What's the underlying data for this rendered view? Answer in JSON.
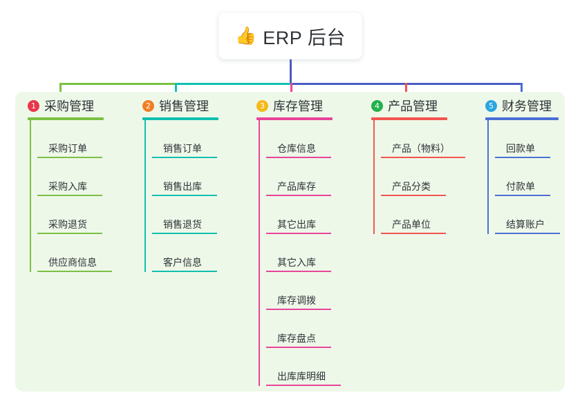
{
  "root": {
    "icon": "thumbs-up-icon",
    "emoji": "👍",
    "title": "ERP 后台"
  },
  "colors": {
    "panel_background": "#eef8e9",
    "page_background": "#ffffff",
    "root_bus": "#4a5bc4",
    "text": "#2f3337"
  },
  "columns": [
    {
      "number": "1",
      "title": "采购管理",
      "badge_color": "#e8374a",
      "line_color": "#7ac143",
      "items": [
        {
          "label": "采购订单"
        },
        {
          "label": "采购入库"
        },
        {
          "label": "采购退货"
        },
        {
          "label": "供应商信息"
        }
      ]
    },
    {
      "number": "2",
      "title": "销售管理",
      "badge_color": "#f07e26",
      "line_color": "#0fbfb0",
      "items": [
        {
          "label": "销售订单"
        },
        {
          "label": "销售出库"
        },
        {
          "label": "销售退货"
        },
        {
          "label": "客户信息"
        }
      ]
    },
    {
      "number": "3",
      "title": "库存管理",
      "badge_color": "#f5b91b",
      "line_color": "#e8449a",
      "items": [
        {
          "label": "仓库信息"
        },
        {
          "label": "产品库存"
        },
        {
          "label": "其它出库"
        },
        {
          "label": "其它入库"
        },
        {
          "label": "库存调拨"
        },
        {
          "label": "库存盘点"
        },
        {
          "label": "出库库明细"
        }
      ]
    },
    {
      "number": "4",
      "title": "产品管理",
      "badge_color": "#22b14c",
      "line_color": "#f2544f",
      "items": [
        {
          "label": "产品（物料）"
        },
        {
          "label": "产品分类"
        },
        {
          "label": "产品单位"
        }
      ]
    },
    {
      "number": "5",
      "title": "财务管理",
      "badge_color": "#2ca5e0",
      "line_color": "#4a6fd4",
      "items": [
        {
          "label": "回款单"
        },
        {
          "label": "付款单"
        },
        {
          "label": "结算账户"
        }
      ]
    }
  ]
}
